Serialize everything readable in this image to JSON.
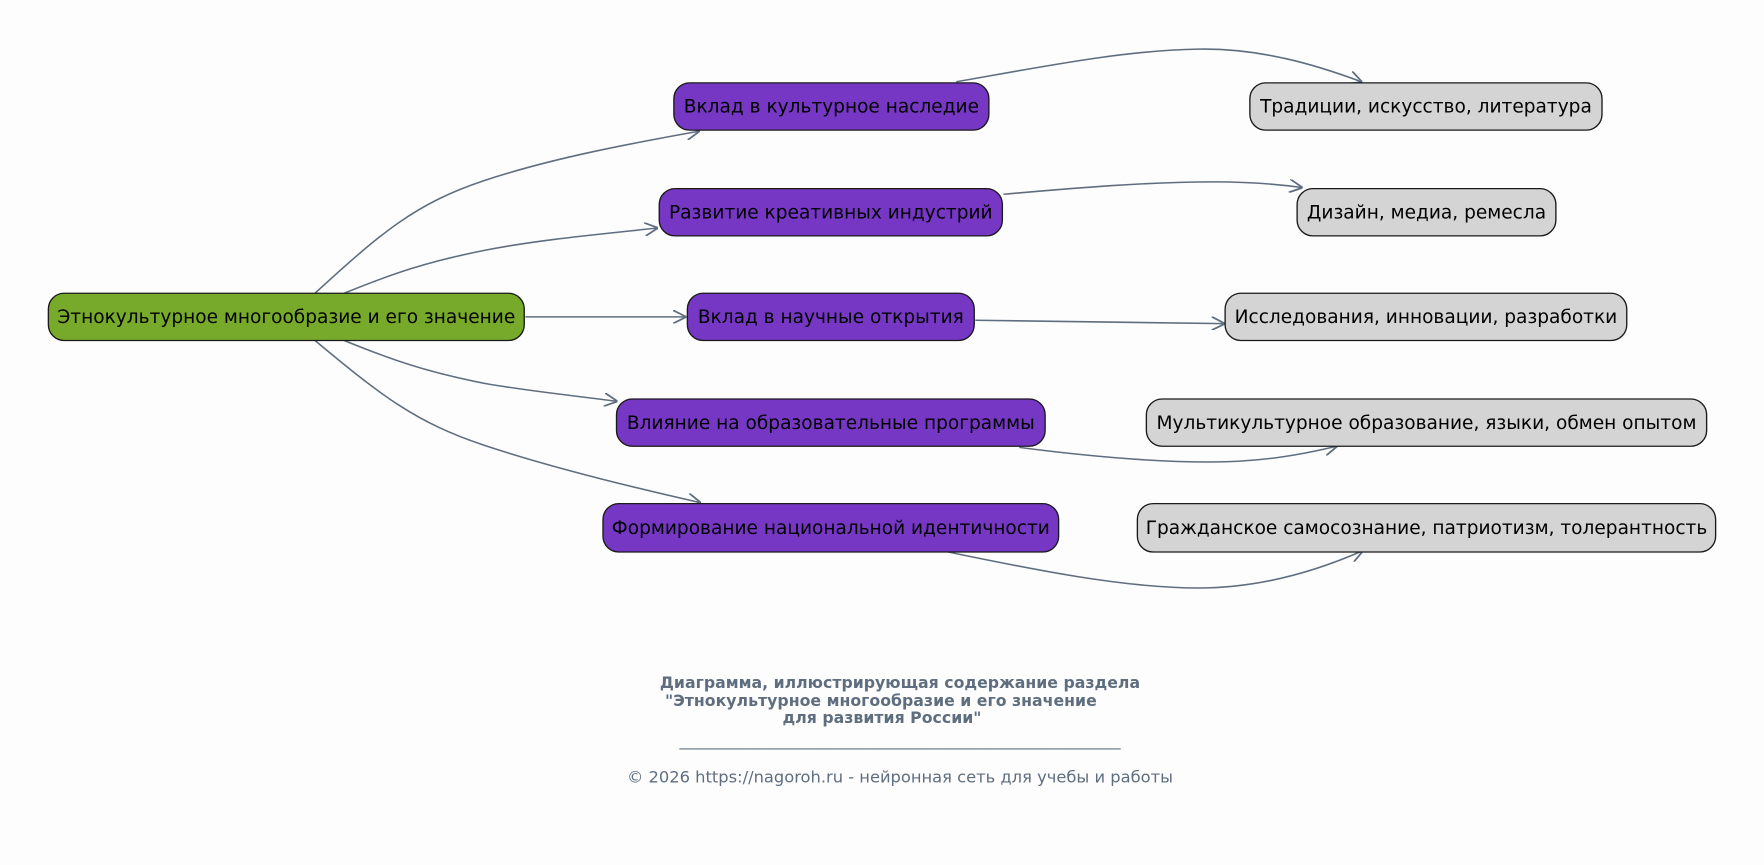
{
  "colors": {
    "root_fill": "#77aa2a",
    "primary_fill": "#7637c4",
    "secondary_fill": "#d4d4d4",
    "edge": "#5f6e7f",
    "caption": "#5f6e7f",
    "background": "#fdfdfd"
  },
  "diagram": {
    "root": {
      "label": "Этнокультурное многообразие и его значение"
    },
    "branches": [
      {
        "label": "Вклад в культурное наследие",
        "detail": "Традиции, искусство, литература"
      },
      {
        "label": "Развитие креативных индустрий",
        "detail": "Дизайн, медиа, ремесла"
      },
      {
        "label": "Вклад в научные открытия",
        "detail": "Исследования, инновации, разработки"
      },
      {
        "label": "Влияние на образовательные программы",
        "detail": "Мультикультурное образование, языки, обмен опытом"
      },
      {
        "label": "Формирование национальной идентичности",
        "detail": "Гражданское самосознание, патриотизм, толерантность"
      }
    ]
  },
  "caption": {
    "line1": "Диаграмма, иллюстрирующая содержание раздела",
    "line2": "\"Этнокультурное многообразие и его значение",
    "line3": "для развития России\"",
    "separator": "________________________________________________"
  },
  "footer": {
    "copyright": "© 2026 https://nagoroh.ru - нейронная сеть для учебы и работы"
  }
}
